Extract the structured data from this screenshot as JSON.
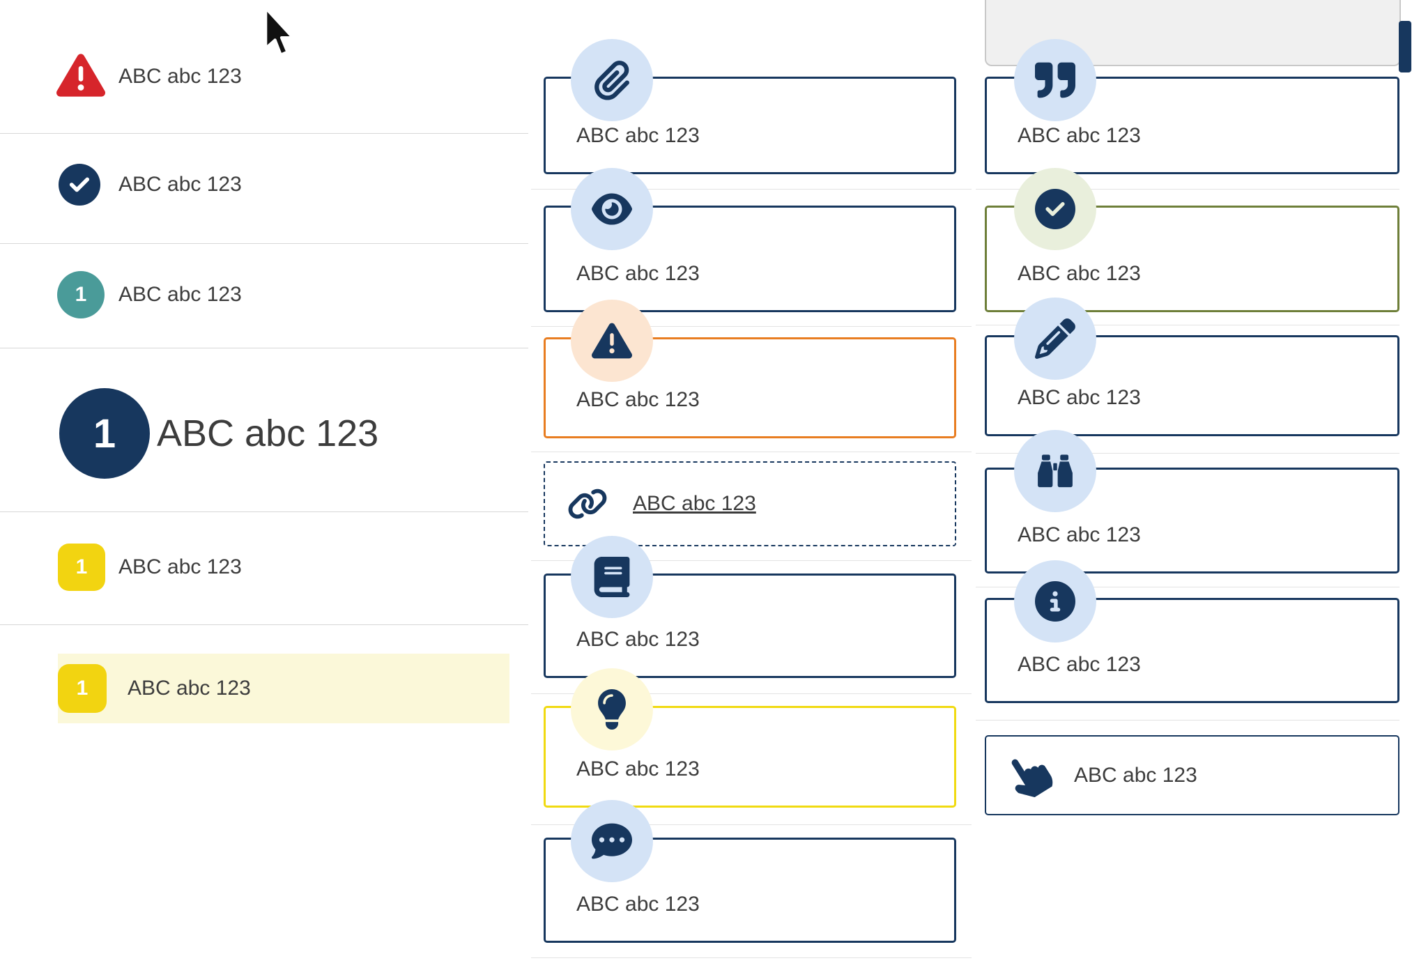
{
  "colors": {
    "navy": "#17375e",
    "light_blue": "#d4e3f6",
    "red": "#d6252b",
    "teal": "#4a9b99",
    "yellow": "#f2d411",
    "pale_yellow_row": "#fbf8d9",
    "pale_yellow_circle": "#fdf8d8",
    "orange": "#e87d21",
    "pale_orange": "#fce5d1",
    "olive": "#6e7f39",
    "pale_green": "#e9efdc"
  },
  "left_list": {
    "items": [
      {
        "icon": "alert-triangle",
        "label": "ABC abc 123"
      },
      {
        "icon": "check-circle",
        "label": "ABC abc 123"
      },
      {
        "icon": "teal-number-badge",
        "number": "1",
        "label": "ABC abc 123"
      },
      {
        "icon": "large-navy-number-circle",
        "number": "1",
        "label": "ABC abc 123"
      },
      {
        "icon": "yellow-number-square",
        "number": "1",
        "label": "ABC abc 123"
      },
      {
        "icon": "yellow-number-square",
        "number": "1",
        "label": "ABC abc 123",
        "highlighted": true
      }
    ]
  },
  "middle_cards": [
    {
      "icon": "paperclip",
      "variant": "navy",
      "label": "ABC abc 123"
    },
    {
      "icon": "eye",
      "variant": "navy",
      "label": "ABC abc 123"
    },
    {
      "icon": "alert-triangle",
      "variant": "orange",
      "label": "ABC abc 123"
    },
    {
      "icon": "link",
      "variant": "dashed-link",
      "label": "ABC abc 123"
    },
    {
      "icon": "book",
      "variant": "navy",
      "label": "ABC abc 123"
    },
    {
      "icon": "lightbulb",
      "variant": "yellow",
      "label": "ABC abc 123"
    },
    {
      "icon": "comment-dots",
      "variant": "navy",
      "label": "ABC abc 123"
    }
  ],
  "right_cards": [
    {
      "icon": "quote-right",
      "variant": "navy",
      "label": "ABC abc 123"
    },
    {
      "icon": "check-circle",
      "variant": "olive",
      "label": "ABC abc 123"
    },
    {
      "icon": "pencil",
      "variant": "navy",
      "label": "ABC abc 123"
    },
    {
      "icon": "binoculars",
      "variant": "navy",
      "label": "ABC abc 123"
    },
    {
      "icon": "info-circle",
      "variant": "navy",
      "label": "ABC abc 123"
    },
    {
      "icon": "hand-pointer",
      "variant": "plain",
      "label": "ABC abc 123"
    }
  ]
}
